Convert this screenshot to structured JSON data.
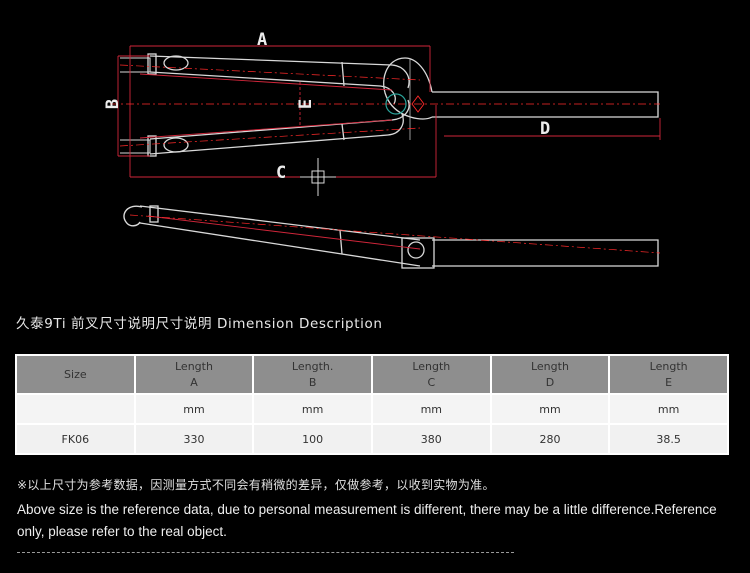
{
  "drawing": {
    "labels": {
      "a": "A",
      "b": "B",
      "c": "C",
      "d": "D",
      "e": "E"
    },
    "colors": {
      "outline": "#d9d9d9",
      "dimension": "#d0263a",
      "centerline": "#ff2a2a",
      "circle": "#2aa39a"
    }
  },
  "heading": "久泰9Ti  前叉尺寸说明尺寸说明 Dimension Description",
  "table": {
    "headers": [
      {
        "line1": "Size",
        "line2": ""
      },
      {
        "line1": "Length",
        "line2": "A"
      },
      {
        "line1": "Length.",
        "line2": "B"
      },
      {
        "line1": "Length",
        "line2": "C"
      },
      {
        "line1": "Length",
        "line2": "D"
      },
      {
        "line1": "Length",
        "line2": "E"
      }
    ],
    "rows": [
      [
        "",
        "mm",
        "mm",
        "mm",
        "mm",
        "mm"
      ],
      [
        "FK06",
        "330",
        "100",
        "380",
        "280",
        "38.5"
      ]
    ]
  },
  "notes": {
    "cn": "※以上尺寸为参考数据，因测量方式不同会有稍微的差异，仅做参考，以收到实物为准。",
    "en": "Above size is the reference data, due to personal measurement is different, there may be a little difference.Reference only, please refer to the real object."
  },
  "divider": "-------------------------------------------------------------------------------------------"
}
